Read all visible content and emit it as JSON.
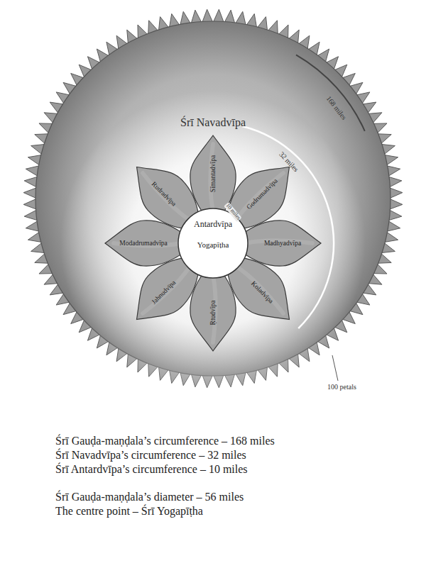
{
  "diagram": {
    "nodes": [
      {
        "text": [
          "Śrī Navadvīpa"
        ]
      },
      {
        "text": [
          "Antardvīpa",
          "Yogapīṭha"
        ],
        "in": 0
      },
      {
        "text": [
          "Sīmantadvīpa"
        ],
        "in": 0
      },
      {
        "text": [
          "Godrumadvīpa"
        ],
        "in": 0
      },
      {
        "text": [
          "Madhyadvīpa"
        ],
        "in": 0
      },
      {
        "text": [
          "Koladvīpa"
        ],
        "in": 0
      },
      {
        "text": [
          "Ṛtudvīpa"
        ],
        "in": 0
      },
      {
        "text": [
          "Jahnudvīpa"
        ],
        "in": 0
      },
      {
        "text": [
          "Modadrumadvīpa"
        ],
        "in": 0
      },
      {
        "text": [
          "Rudradvīpa"
        ],
        "in": 0
      }
    ],
    "labels": [
      "168 miles",
      "32 miles",
      "10 miles",
      "100 petals",
      "Śrī Gauḍa-maṇḍala’s circumference – 168 miles",
      "Śrī Navadvīpa’s circumference – 32 miles",
      "Śrī Antardvīpa’s circumference – 10 miles",
      "Śrī Gauḍa-maṇḍala’s diameter – 56 miles",
      "The centre point – Śrī Yogapīṭha"
    ]
  }
}
